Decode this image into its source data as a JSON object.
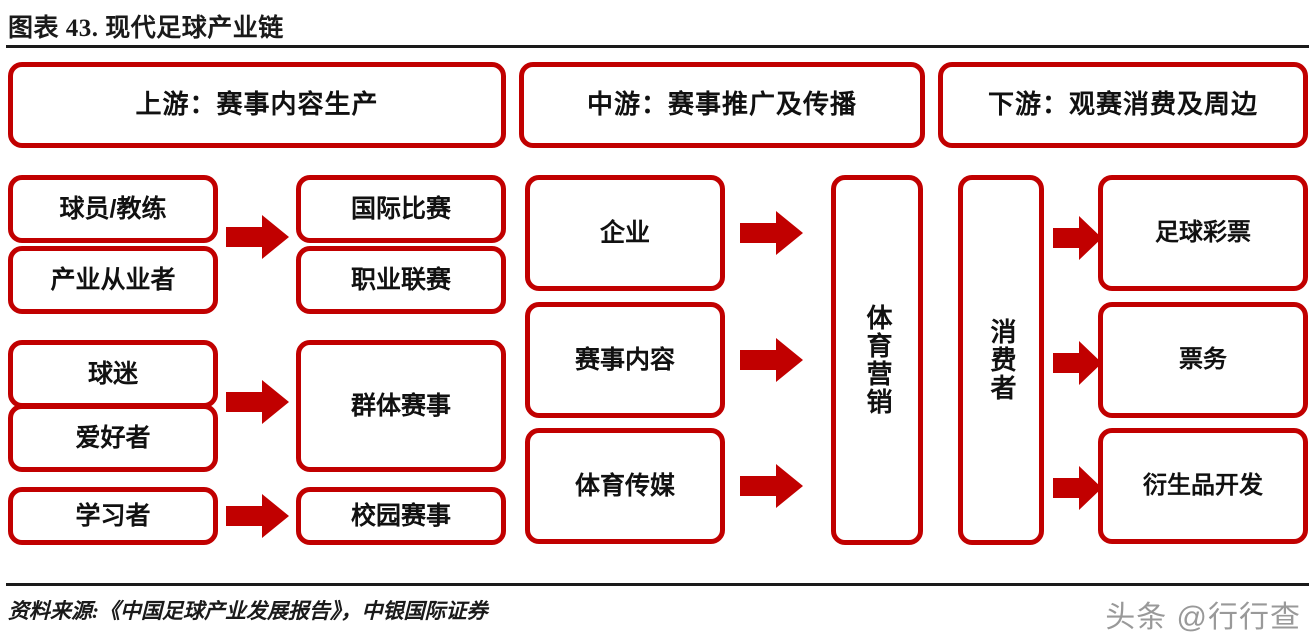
{
  "figure": {
    "title": "图表 43. 现代足球产业链",
    "source": "资料来源:《中国足球产业发展报告》，中银国际证券",
    "watermark": "头条 @行行查",
    "accent_color": "#C10000",
    "text_color": "#111111",
    "background": "#FFFFFF"
  },
  "chart_data": {
    "type": "diagram",
    "title": "图表 43. 现代足球产业链",
    "sections": [
      {
        "id": "upstream",
        "header": "上游：赛事内容生产",
        "groups": [
          {
            "inputs": [
              "球员/教练",
              "产业从业者"
            ],
            "arrow": "right-arrow",
            "outputs": [
              "国际比赛",
              "职业联赛"
            ]
          },
          {
            "inputs": [
              "球迷",
              "爱好者"
            ],
            "arrow": "right-arrow",
            "outputs": [
              "群体赛事"
            ]
          },
          {
            "inputs": [
              "学习者"
            ],
            "arrow": "right-arrow",
            "outputs": [
              "校园赛事"
            ]
          }
        ]
      },
      {
        "id": "midstream",
        "header": "中游：赛事推广及传播",
        "groups": [
          {
            "inputs": [
              "企业",
              "赛事内容",
              "体育传媒"
            ],
            "arrow": "right-arrow",
            "outputs": [
              "体育营销"
            ]
          }
        ]
      },
      {
        "id": "downstream",
        "header": "下游：观赛消费及周边",
        "groups": [
          {
            "inputs": [
              "消费者"
            ],
            "arrow": "right-arrow",
            "outputs": [
              "足球彩票",
              "票务",
              "衍生品开发"
            ]
          }
        ]
      }
    ]
  },
  "upstream": {
    "header": "上游：赛事内容生产",
    "left": {
      "player_coach": "球员/教练",
      "industry_worker": "产业从业者",
      "fan": "球迷",
      "enthusiast": "爱好者",
      "learner": "学习者"
    },
    "right": {
      "international_match": "国际比赛",
      "professional_league": "职业联赛",
      "mass_event": "群体赛事",
      "campus_event": "校园赛事"
    }
  },
  "midstream": {
    "header": "中游：赛事推广及传播",
    "enterprise": "企业",
    "event_content": "赛事内容",
    "sports_media": "体育传媒",
    "sports_marketing": "体育营销"
  },
  "downstream": {
    "header": "下游：观赛消费及周边",
    "consumer": "消费者",
    "football_lottery": "足球彩票",
    "ticketing": "票务",
    "derivative_development": "衍生品开发"
  }
}
